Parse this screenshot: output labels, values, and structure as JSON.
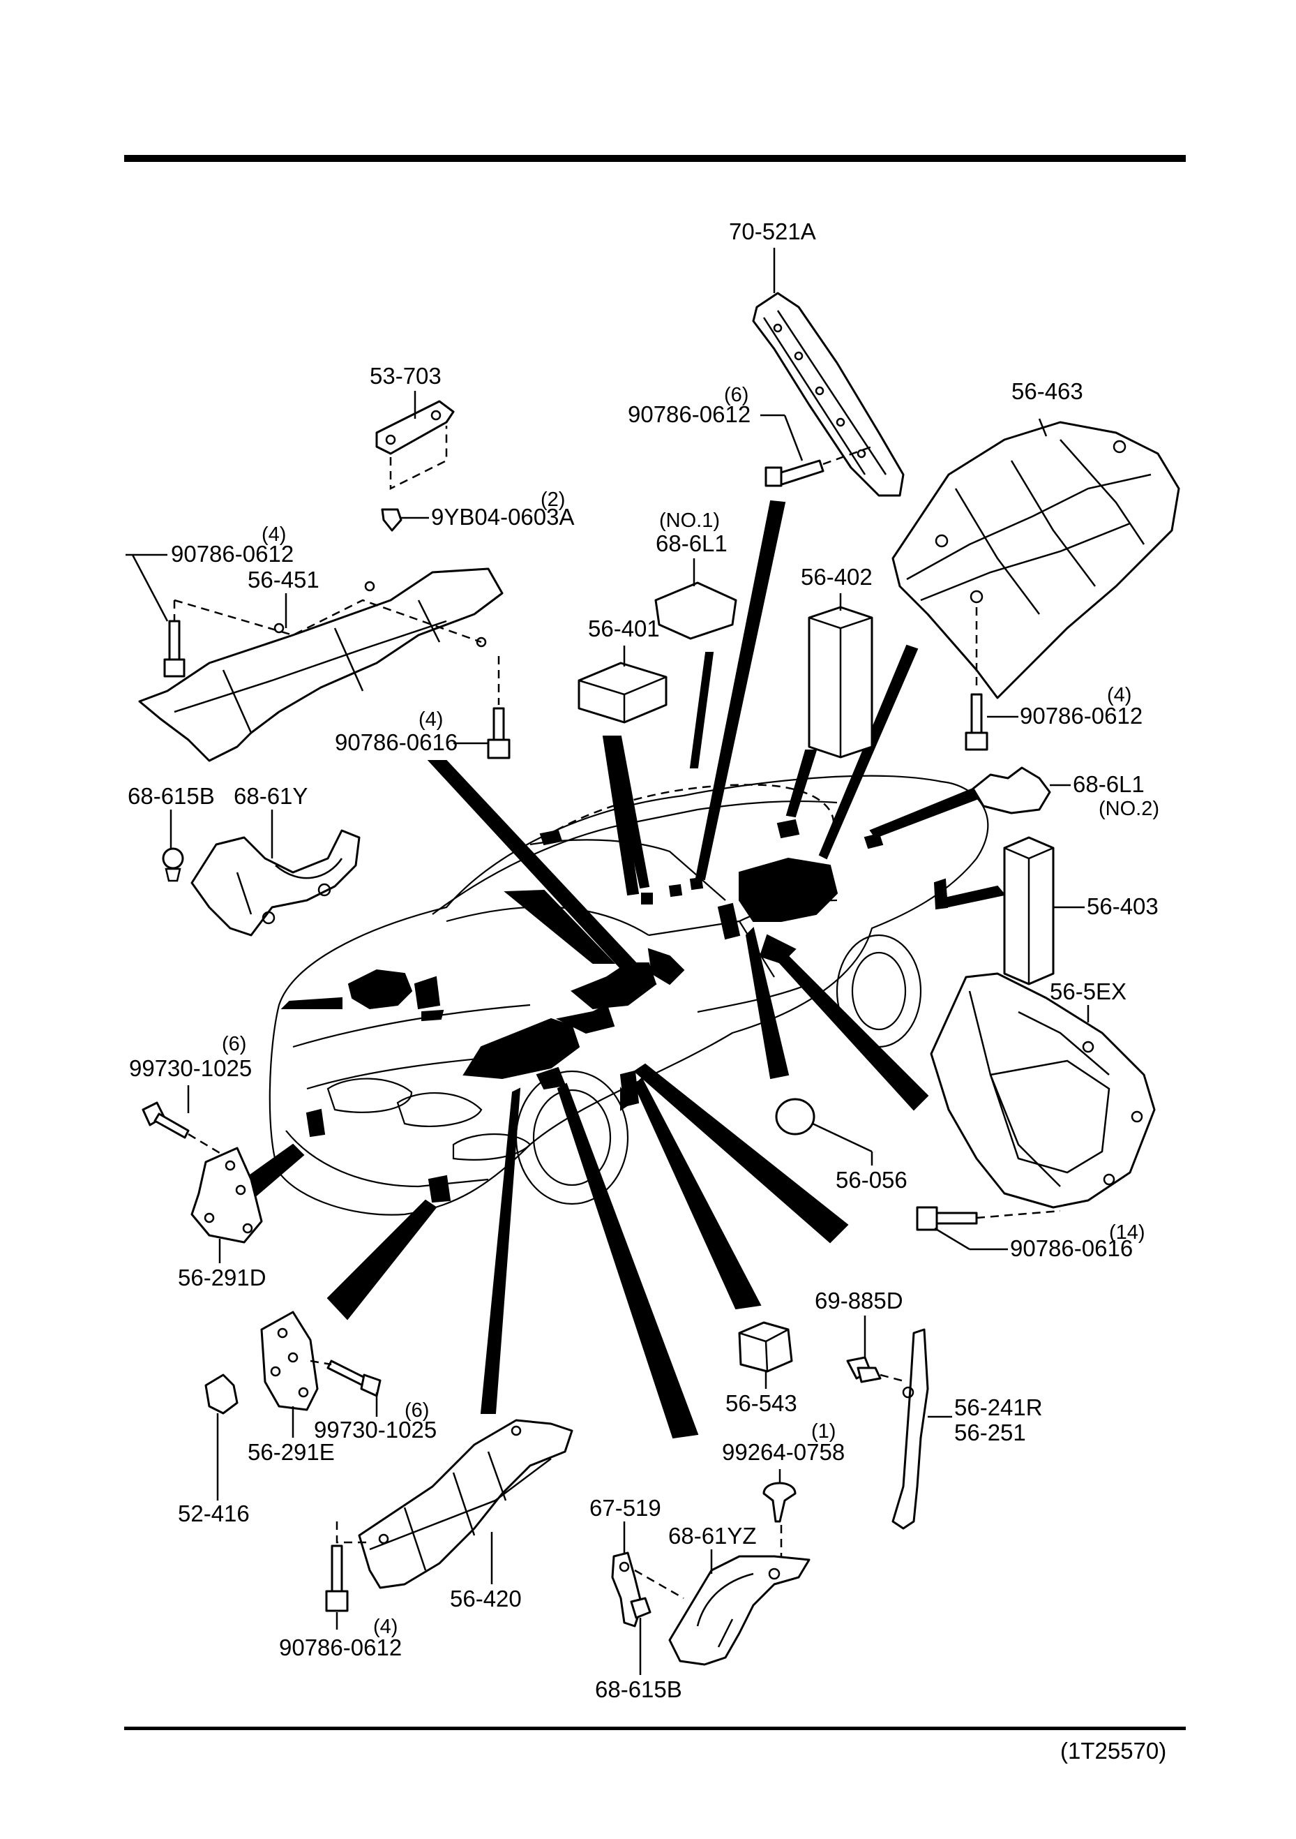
{
  "diagram_code": "(1T25570)",
  "parts": {
    "p70_521A": "70-521A",
    "p53_703": "53-703",
    "p9YB04_qty": "(2)",
    "p9YB04": "9YB04-0603A",
    "p90786_0612_a_qty": "(6)",
    "p90786_0612_a": "90786-0612",
    "p56_463": "56-463",
    "p68_6L1_no1_note": "(NO.1)",
    "p68_6L1_no1": "68-6L1",
    "p90786_0612_b_qty": "(4)",
    "p90786_0612_b": "90786-0612",
    "p56_451": "56-451",
    "p56_401": "56-401",
    "p56_402": "56-402",
    "p90786_0612_c_qty": "(4)",
    "p90786_0612_c": "90786-0612",
    "p90786_0616_a_qty": "(4)",
    "p90786_0616_a": "90786-0616",
    "p68_6L1_no2": "68-6L1",
    "p68_6L1_no2_note": "(NO.2)",
    "p68_615B_a": "68-615B",
    "p68_61Y": "68-61Y",
    "p56_403": "56-403",
    "p56_5EX": "56-5EX",
    "p99730_1025_a_qty": "(6)",
    "p99730_1025_a": "99730-1025",
    "p56_056": "56-056",
    "p90786_0616_b_qty": "(14)",
    "p90786_0616_b": "90786-0616",
    "p56_291D": "56-291D",
    "p69_885D": "69-885D",
    "p56_543": "56-543",
    "p56_241R": "56-241R",
    "p56_251": "56-251",
    "p99730_1025_b_qty": "(6)",
    "p99730_1025_b": "99730-1025",
    "p56_291E": "56-291E",
    "p99264_0758_qty": "(1)",
    "p99264_0758": "99264-0758",
    "p52_416": "52-416",
    "p67_519": "67-519",
    "p68_61YZ": "68-61YZ",
    "p56_420": "56-420",
    "p90786_0612_d_qty": "(4)",
    "p90786_0612_d": "90786-0612",
    "p68_615B_b": "68-615B"
  }
}
